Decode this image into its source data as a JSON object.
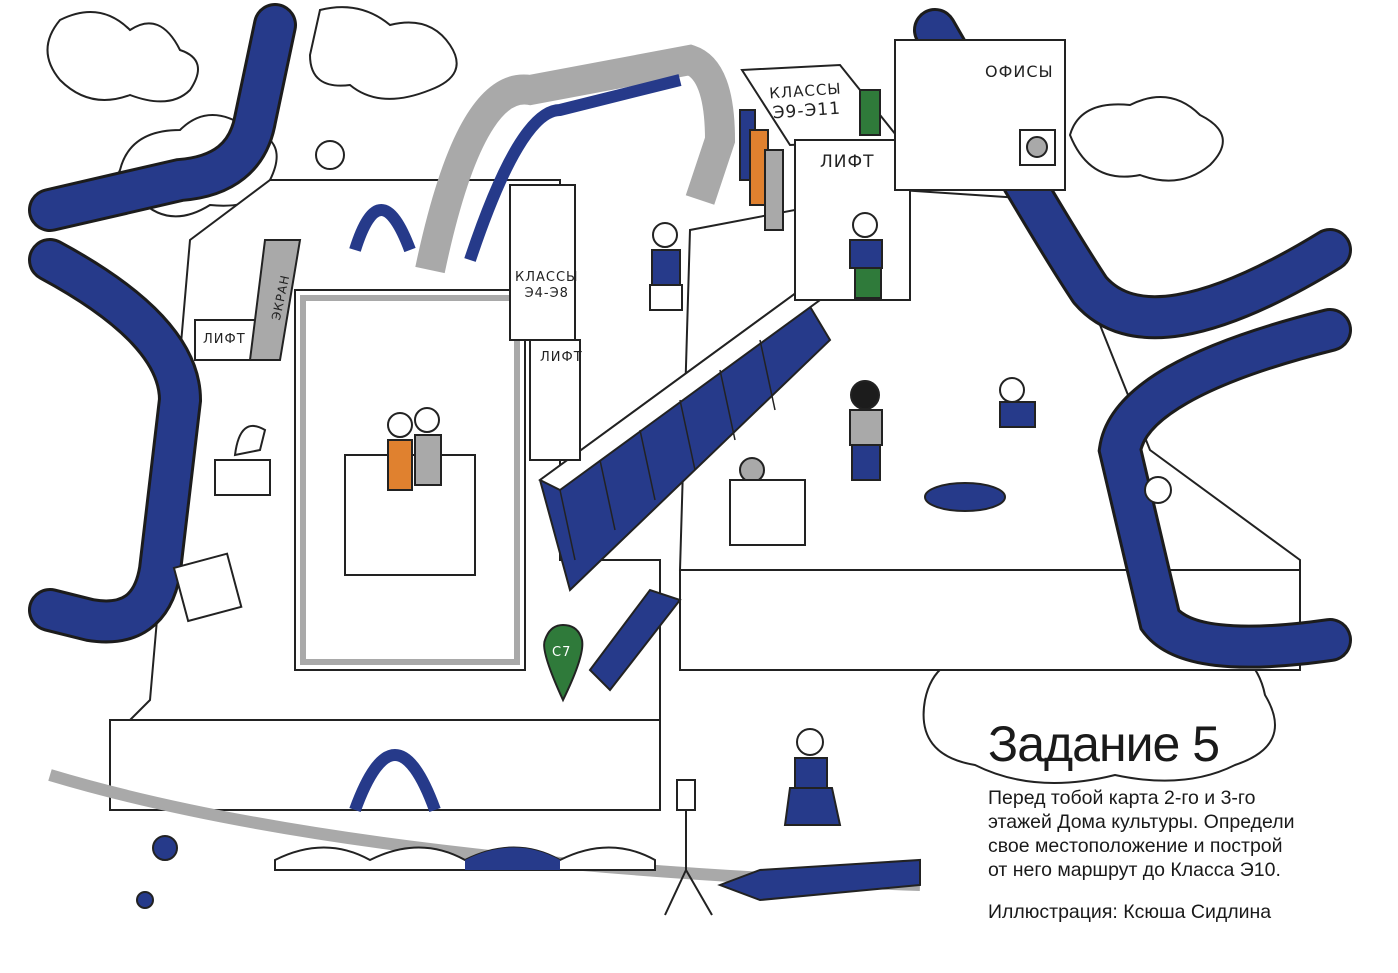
{
  "task": {
    "title": "Задание 5",
    "description_lines": [
      "Перед тобой карта 2-го и 3-го",
      "этажей Дома культуры. Определи",
      "свое местоположение и построй",
      "от него маршрут до Класса Э10."
    ],
    "credit": "Иллюстрация: Ксюша Сидлина"
  },
  "map_labels": {
    "classes_e9_e11": [
      "КЛАССЫ",
      "Э9-Э11"
    ],
    "lift_top": "ЛИФТ",
    "offices": "ОФИСЫ",
    "classes_e4_e8": [
      "КЛАССЫ",
      "Э4-Э8"
    ],
    "lift_middle": "ЛИФТ",
    "lift_left": "ЛИФТ",
    "screen": "ЭКРАН",
    "marker": "С7"
  },
  "colors": {
    "blue": "#263a8a",
    "gray": "#a9a9a9",
    "green": "#2f7a3a",
    "orange": "#e0812f",
    "ink": "#1c1c1c"
  }
}
